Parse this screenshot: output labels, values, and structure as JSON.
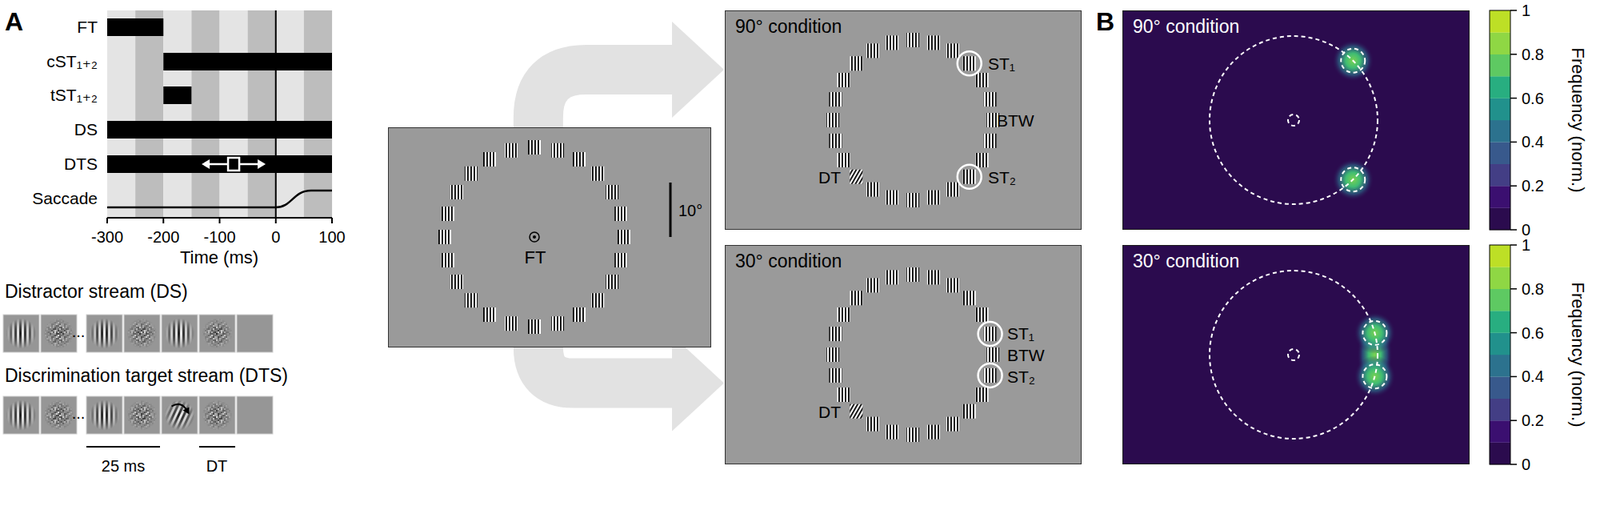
{
  "diagram": {
    "nodes": [
      {
        "text": [
          "FT",
          "10°"
        ]
      },
      {
        "text": [
          "90° condition",
          "ST₁",
          "BTW",
          "DT",
          "ST₂"
        ]
      },
      {
        "text": [
          "30° condition",
          "ST₁",
          "BTW",
          "DT",
          "ST₂"
        ]
      },
      {
        "text": [
          "90° condition"
        ]
      },
      {
        "text": [
          "30° condition"
        ]
      }
    ],
    "edges": [
      {
        "from": 0,
        "to": 1,
        "arrow": "to"
      },
      {
        "from": 0,
        "to": 2,
        "arrow": "to"
      }
    ],
    "labels": [
      "A",
      "FT",
      "cST₁₊₂",
      "tST₁₊₂",
      "DS",
      "DTS",
      "Saccade",
      "-300",
      "-200",
      "-100",
      "0",
      "100",
      "Time (ms)",
      "Distractor stream (DS)",
      "...",
      "Discrimination target stream (DTS)",
      "...",
      "25 ms",
      "DT",
      "B",
      "1",
      "0.8",
      "0.6",
      "0.4",
      "0.2",
      "0",
      "Frequency (norm.)",
      "1",
      "0.8",
      "0.6",
      "0.4",
      "0.2",
      "0",
      "Frequency (norm.)"
    ]
  }
}
